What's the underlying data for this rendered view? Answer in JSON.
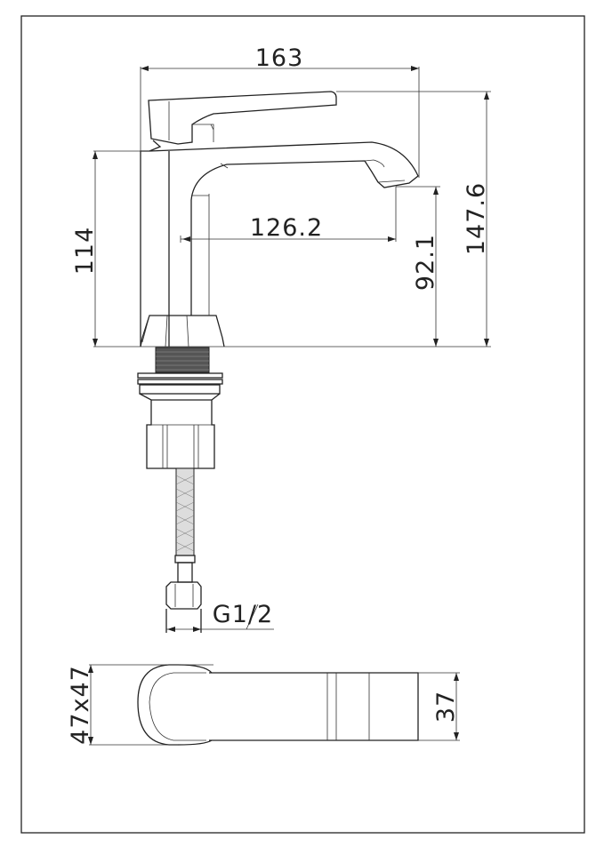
{
  "dimensions": {
    "overall_length": "163",
    "body_height": "114",
    "spout_reach": "126.2",
    "spout_height": "92.1",
    "overall_height": "147.6",
    "connection_thread": "G1/2",
    "base_size": "47x47",
    "body_width": "37"
  },
  "colors": {
    "line": "#222222",
    "background": "#ffffff"
  }
}
